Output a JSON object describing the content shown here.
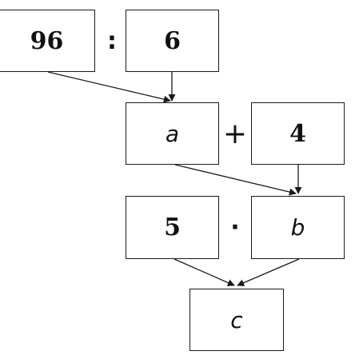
{
  "row1": {
    "left": "96",
    "operator": ":",
    "right": "6"
  },
  "row2": {
    "left": "a",
    "operator": "+",
    "right": "4"
  },
  "row3": {
    "left": "5",
    "operator": "·",
    "right": "b"
  },
  "row4": {
    "result": "c"
  },
  "colors": {
    "stroke": "#1a1a1a",
    "background": "#ffffff"
  }
}
